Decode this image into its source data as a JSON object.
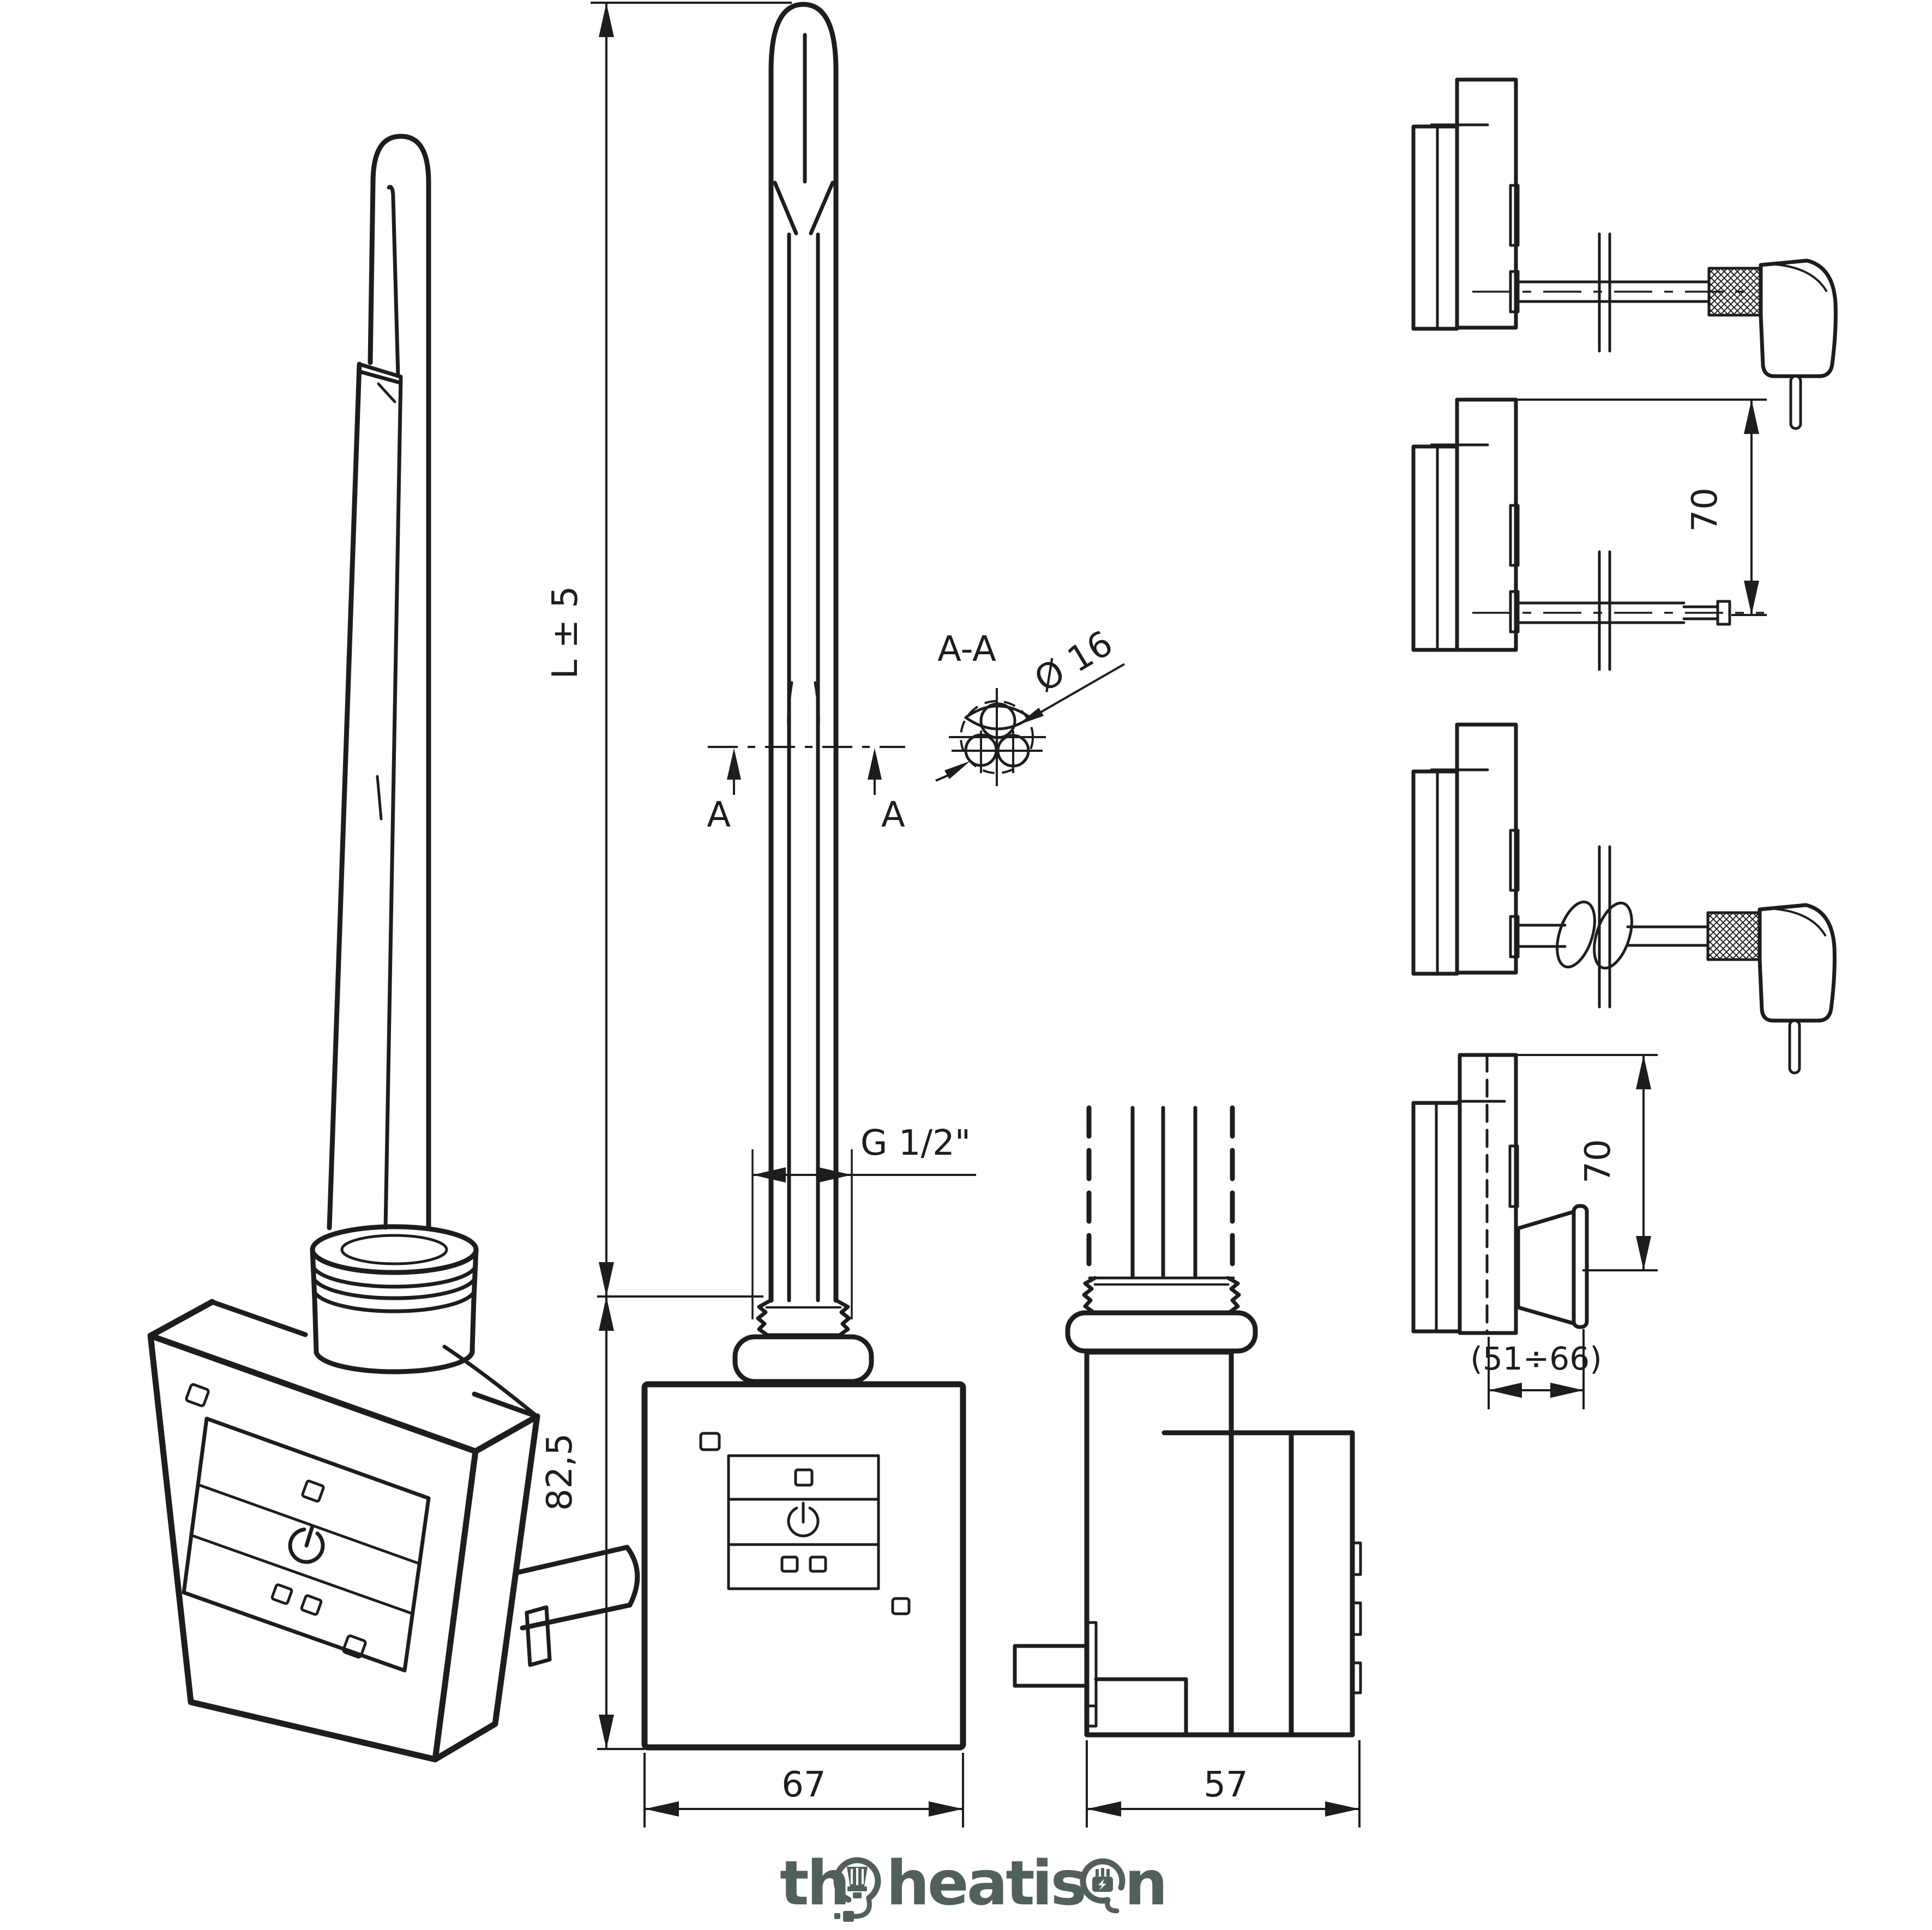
{
  "page": {
    "background": "#ffffff",
    "ink": "#1d1d1d"
  },
  "labels": {
    "length_total": "L ± 5",
    "section_cut": "A",
    "section_view_title": "A-A",
    "element_diameter": "Ø 16",
    "thread_size": "G 1/2\"",
    "body_height": "82,5",
    "body_width": "67",
    "body_depth": "57",
    "cable_offset": "70",
    "gland_offset": "70",
    "gland_length_range": "(51÷66)"
  },
  "logo": {
    "full_text": "the heat is on",
    "color": "#52605a",
    "part_th": "th",
    "part_heat": "heat",
    "part_is": "is",
    "part_n": "n"
  },
  "icons": {
    "power_button": "power-icon",
    "logo_e_badge": "heating-element-icon",
    "logo_o_badge": "power-plug-icon"
  }
}
